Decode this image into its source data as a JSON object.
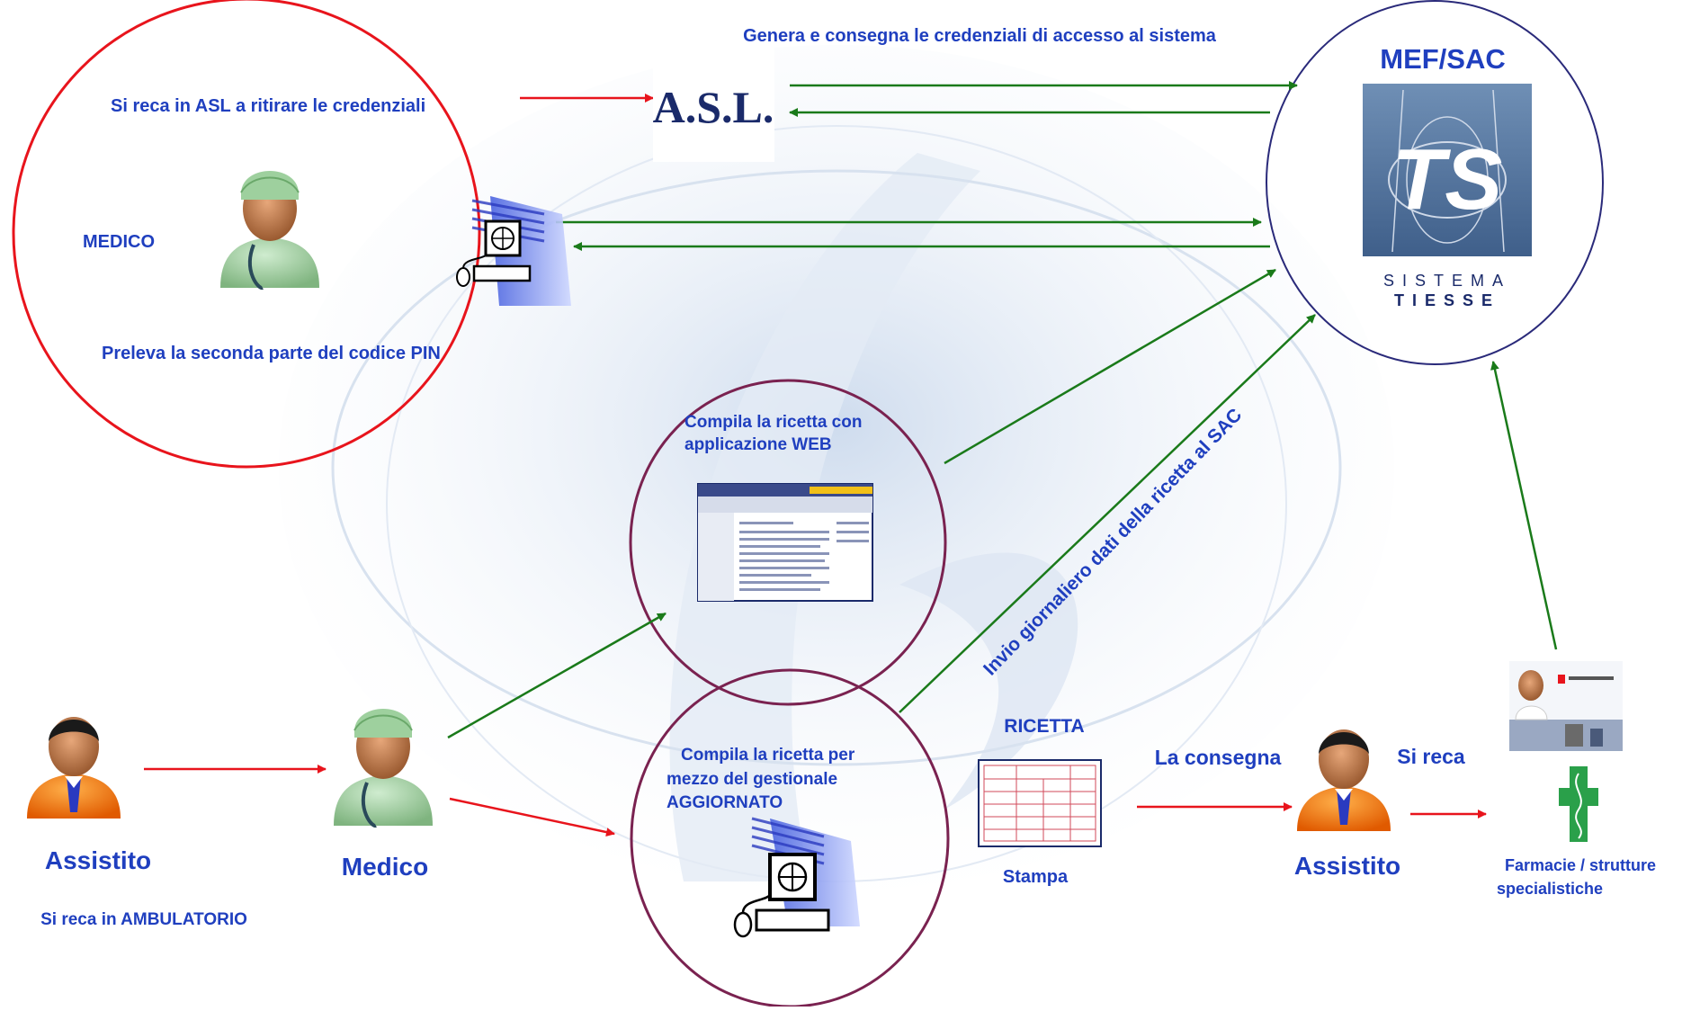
{
  "top_caption": "Genera e consegna le credenziali di accesso al sistema",
  "medico_circle": {
    "top_text": "Si reca in ASL a ritirare le credenziali",
    "role_label": "MEDICO",
    "bottom_text": "Preleva la seconda parte del codice PIN"
  },
  "asl_logo_text": "A.S.L.",
  "mef": {
    "title": "MEF/SAC",
    "logo_text_1": "SISTEMA",
    "logo_text_2": "TIESSE",
    "logo_monogram": "TS"
  },
  "web_circle": {
    "line1": "Compila la ricetta con",
    "line2": "applicazione WEB"
  },
  "gestionale_circle": {
    "line1": "Compila la ricetta per",
    "line2": "mezzo del gestionale",
    "line3": "AGGIORNATO"
  },
  "diagonal_caption": "Invio giornaliero dati della ricetta al SAC",
  "ricetta": {
    "title": "RICETTA",
    "caption": "Stampa"
  },
  "flow": {
    "assistito_left": "Assistito",
    "si_reca_ambulatorio": "Si reca in AMBULATORIO",
    "medico": "Medico",
    "la_consegna": "La consegna",
    "si_reca": "Si reca",
    "assistito_right": "Assistito",
    "farmacie_line1": "Farmacie / strutture",
    "farmacie_line2": "specialistiche"
  },
  "colors": {
    "label_blue": "#1f3fbf",
    "green_arrow": "#1a7a1a",
    "red_arrow": "#e8141c",
    "red_circle": "#e8141c",
    "purple_circle": "#7a2250",
    "navy_circle": "#2a2a7a"
  }
}
